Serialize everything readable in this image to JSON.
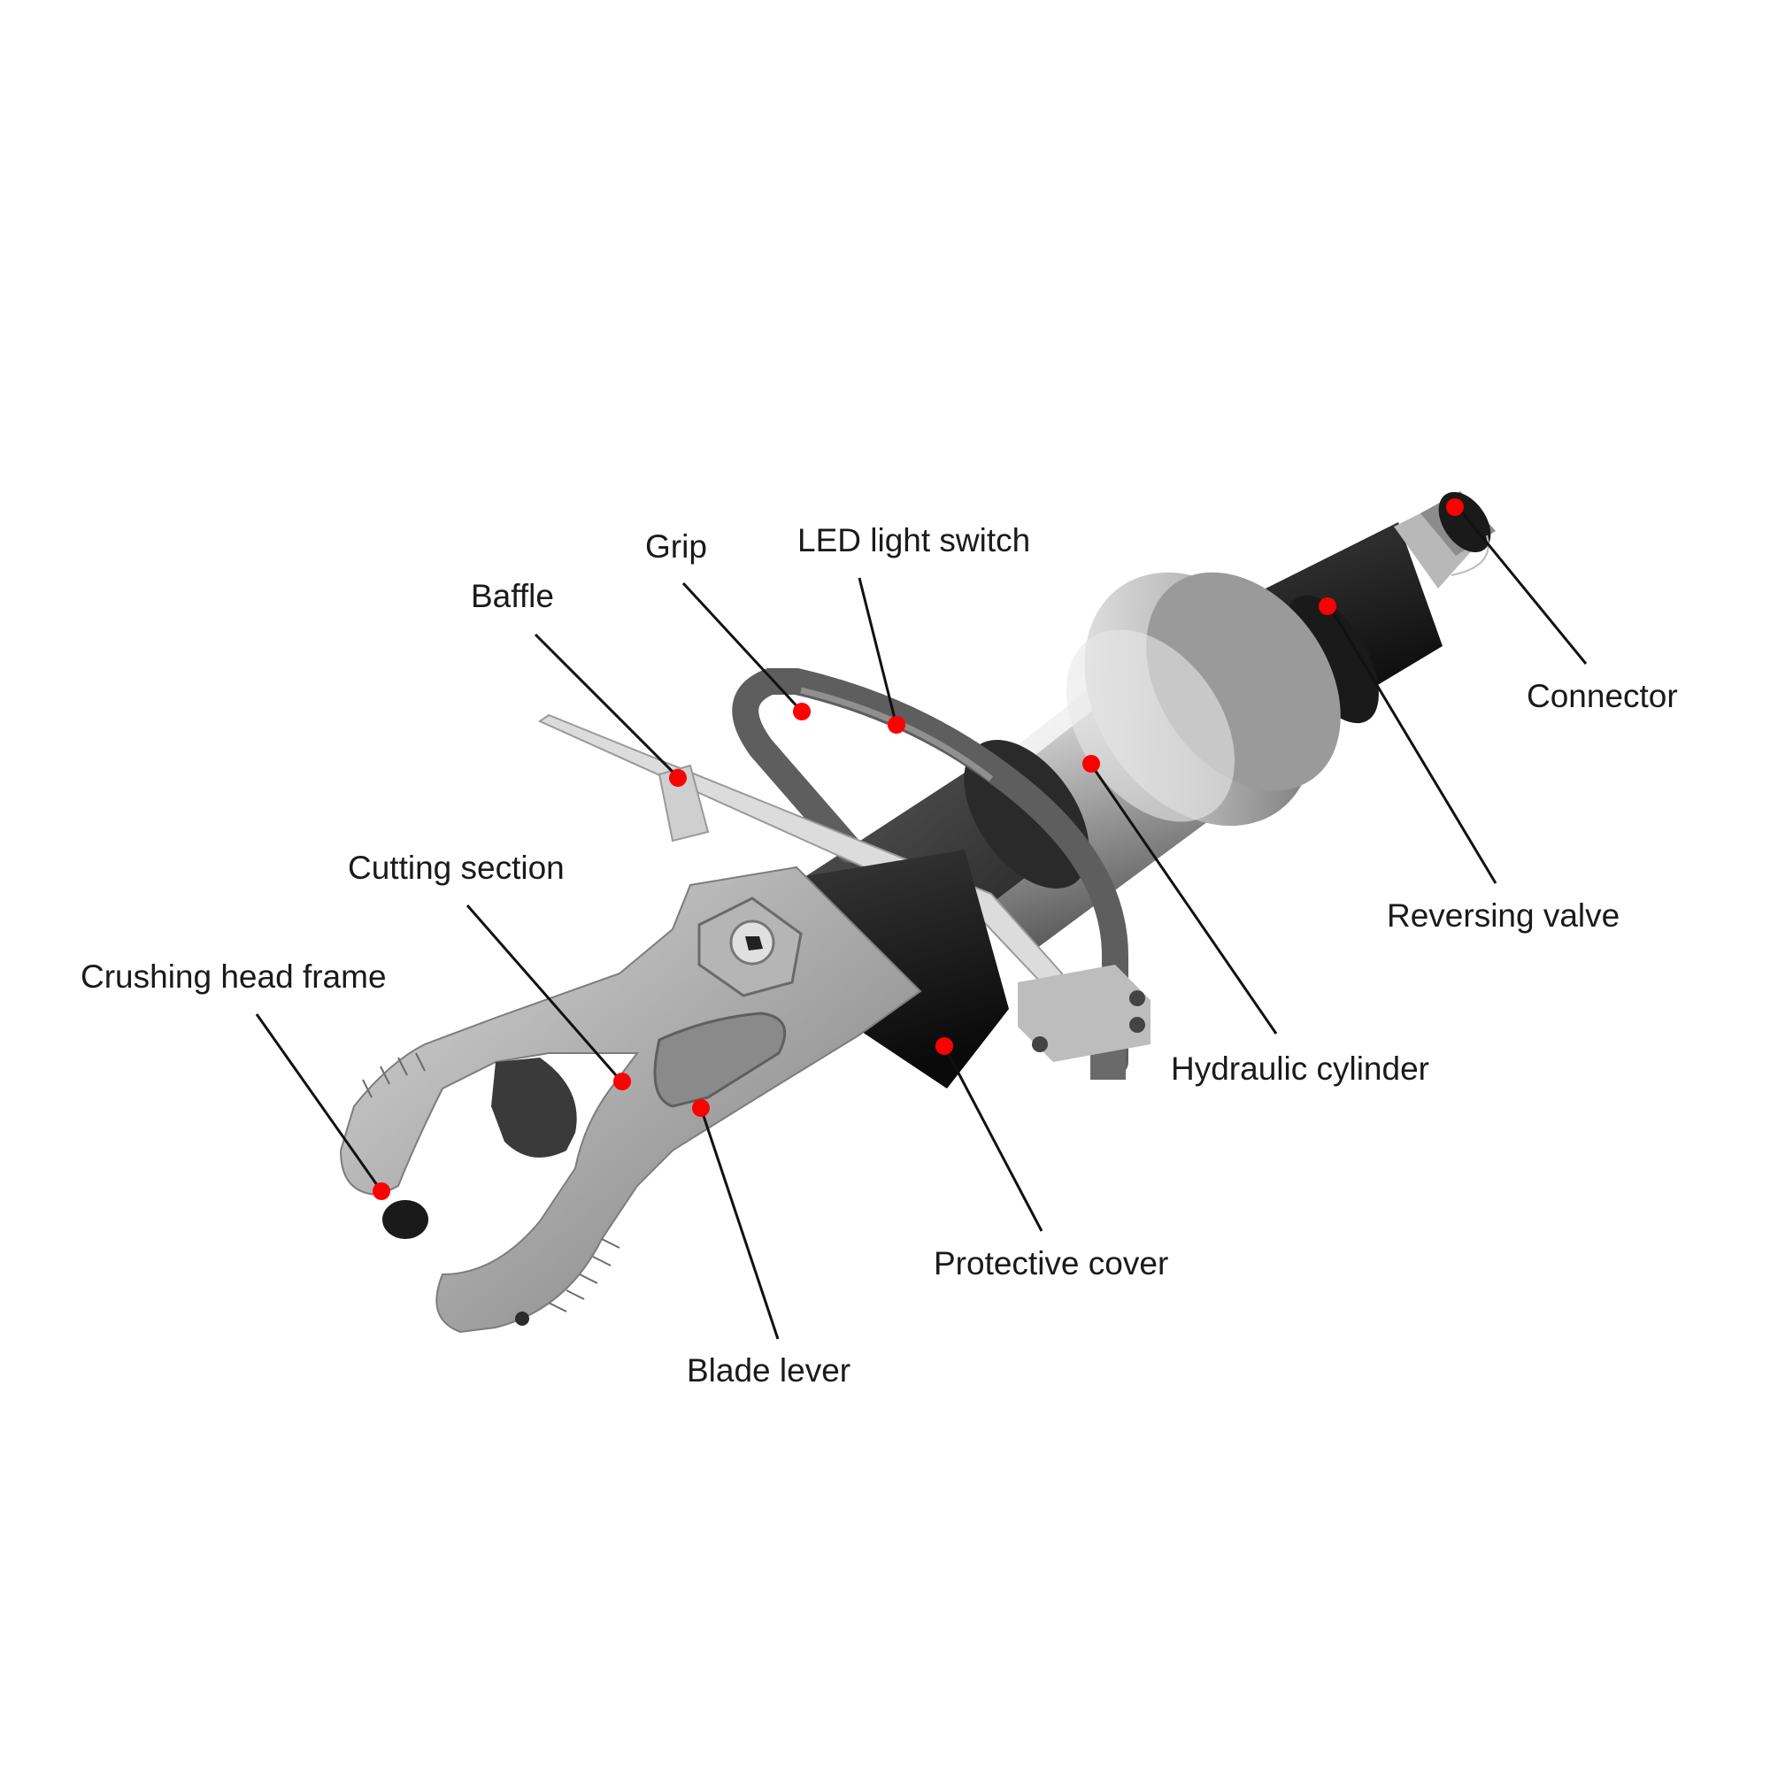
{
  "colors": {
    "background": "#ffffff",
    "marker": "#ff0000",
    "leader_line": "#111111",
    "label_text": "#1a1a1a"
  },
  "labels": {
    "connector": "Connector",
    "reversing_valve": "Reversing valve",
    "hydraulic_cylinder": "Hydraulic cylinder",
    "led_light_switch": "LED light switch",
    "grip": "Grip",
    "baffle": "Baffle",
    "cutting_section": "Cutting section",
    "crushing_head_frame": "Crushing head frame",
    "blade_lever": "Blade lever",
    "protective_cover": "Protective cover"
  }
}
